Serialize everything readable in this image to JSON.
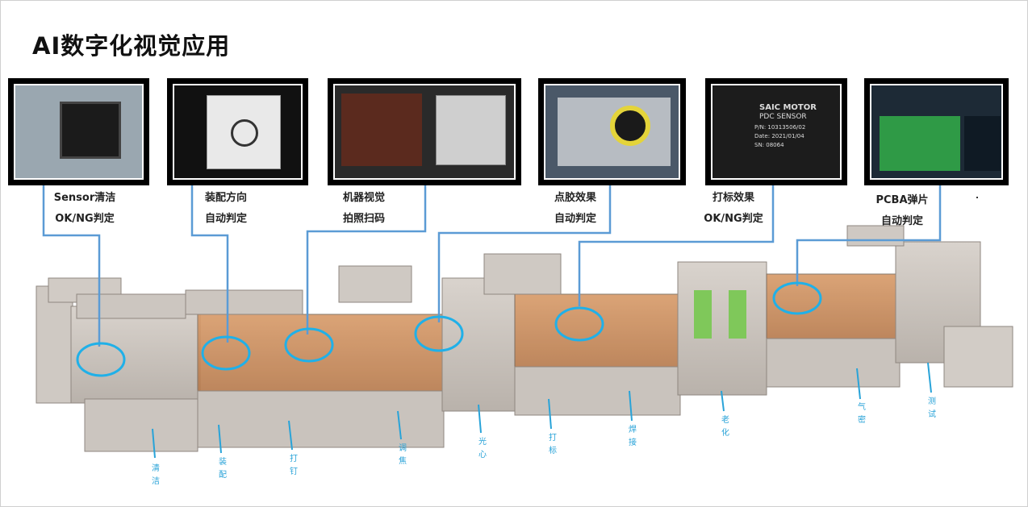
{
  "title": "AI数字化视觉应用",
  "panels": [
    {
      "lines": [
        "Sensor清洁",
        "OK/NG判定"
      ]
    },
    {
      "lines": [
        "装配方向",
        "自动判定"
      ]
    },
    {
      "lines": [
        "机器视觉",
        "拍照扫码"
      ]
    },
    {
      "lines": [
        "点胶效果",
        "自动判定"
      ]
    },
    {
      "lines": [
        "打标效果",
        "OK/NG判定"
      ]
    },
    {
      "lines": [
        "PCBA弹片",
        "自动判定"
      ]
    }
  ],
  "photo_text": {
    "label_brand": "SAIC MOTOR",
    "label_product": "PDC SENSOR",
    "label_pn": "P/N: 10313506/02",
    "label_date": "Date: 2021/01/04",
    "label_sn": "SN: 08064"
  },
  "stations": [
    [
      "清",
      "洁"
    ],
    [
      "装",
      "配"
    ],
    [
      "打",
      "钉"
    ],
    [
      "调",
      "焦"
    ],
    [
      "光",
      "心"
    ],
    [
      "打",
      "标"
    ],
    [
      "焊",
      "接"
    ],
    [
      "老",
      "化"
    ],
    [
      "气",
      "密"
    ],
    [
      "测",
      "试"
    ]
  ],
  "colors": {
    "connector": "#5b9bd5",
    "circle": "#20b0e8",
    "station_text": "#29a3d8"
  }
}
